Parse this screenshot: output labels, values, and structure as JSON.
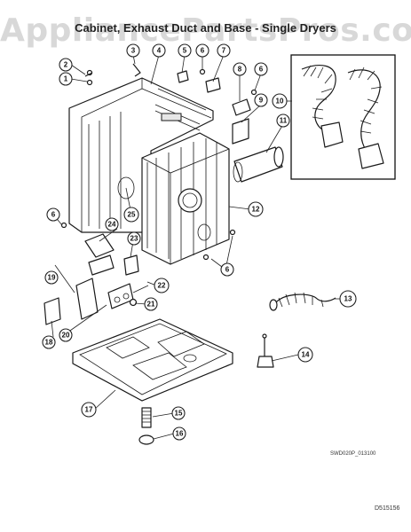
{
  "watermark": "AppliancePartsPros.com",
  "title": "Cabinet, Exhaust Duct and Base - Single Dryers",
  "drawing_ref": "SWD020P_013100",
  "page_ref": "D515156",
  "callouts": [
    "1",
    "2",
    "3",
    "4",
    "5",
    "6",
    "7",
    "8",
    "9",
    "10",
    "11",
    "12",
    "13",
    "14",
    "15",
    "16",
    "17",
    "18",
    "19",
    "20",
    "21",
    "22",
    "23",
    "24",
    "25"
  ]
}
